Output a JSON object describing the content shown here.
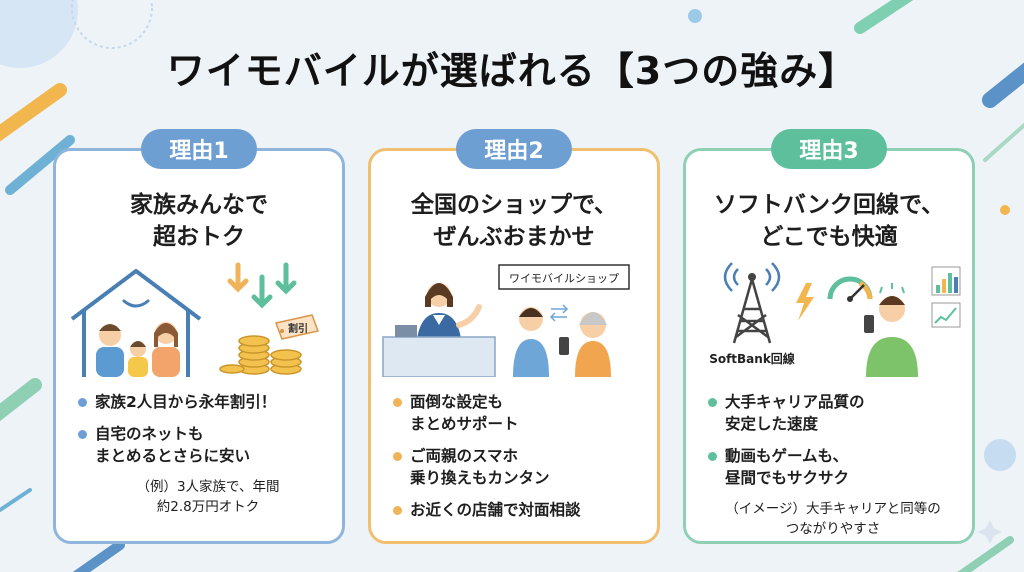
{
  "title": "ワイモバイルが選ばれる【3つの強み】",
  "colors": {
    "blue": "#6e9fd2",
    "orange": "#f0b35a",
    "green": "#5dbf9c"
  },
  "cards": [
    {
      "badge": "理由1",
      "heading": "家族みんなで\n超おトク",
      "illustration": {
        "icons": [
          "house-family-icon",
          "down-arrows-icon",
          "coins-icon",
          "discount-tag-icon"
        ],
        "tag": "割引"
      },
      "bullets": [
        "家族2人目から永年割引！",
        "自宅のネットも\nまとめるとさらに安い"
      ],
      "note": "（例）3人家族で、年間\n約2.8万円オトク"
    },
    {
      "badge": "理由2",
      "heading": "全国のショップで、\nぜんぶおまかせ",
      "illustration": {
        "icons": [
          "shop-staff-icon",
          "customer-icon",
          "elder-icon",
          "phone-icon"
        ],
        "sign": "ワイモバイルショップ"
      },
      "bullets": [
        "面倒な設定も\nまとめサポート",
        "ご両親のスマホ\n乗り換えもカンタン",
        "お近くの店舗で対面相談"
      ]
    },
    {
      "badge": "理由3",
      "heading": "ソフトバンク回線で、\nどこでも快適",
      "illustration": {
        "icons": [
          "signal-tower-icon",
          "lightning-icon",
          "speedometer-icon",
          "user-phone-icon",
          "bar-chart-icon"
        ],
        "caption": "SoftBank回線"
      },
      "bullets": [
        "大手キャリア品質の\n安定した速度",
        "動画もゲームも、\n昼間でもサクサク"
      ],
      "note": "（イメージ）大手キャリアと同等の\nつながりやすさ"
    }
  ]
}
